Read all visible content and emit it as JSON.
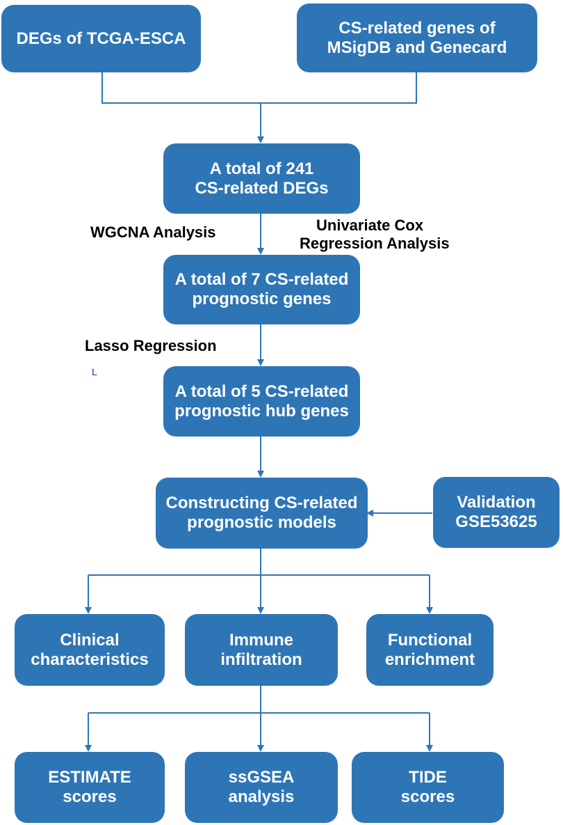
{
  "colors": {
    "box_fill": "#2e75b6",
    "box_text": "#ffffff",
    "connector": "#2e75b6",
    "label_text": "#000000"
  },
  "boxes": {
    "degs_tcga": [
      "DEGs of TCGA-ESCA"
    ],
    "cs_genes": [
      "CS-related genes of",
      "MSigDB and Genecard"
    ],
    "total_241": [
      "A total of 241",
      "CS-related DEGs"
    ],
    "total_7": [
      "A total of 7 CS-related",
      "prognostic genes"
    ],
    "total_5": [
      "A total of 5 CS-related",
      "prognostic hub genes"
    ],
    "models": [
      "Constructing CS-related",
      "prognostic models"
    ],
    "validation": [
      "Validation",
      "GSE53625"
    ],
    "clinical": [
      "Clinical",
      "characteristics"
    ],
    "immune": [
      "Immune",
      "infiltration"
    ],
    "functional": [
      "Functional",
      "enrichment"
    ],
    "estimate": [
      "ESTIMATE",
      "scores"
    ],
    "ssgsea": [
      "ssGSEA",
      "analysis"
    ],
    "tide": [
      "TIDE",
      "scores"
    ]
  },
  "labels": {
    "wgcna": "WGCNA Analysis",
    "univariate": [
      "Univariate Cox",
      "Regression Analysis"
    ],
    "lasso": "Lasso Regression",
    "stray_mark": "L"
  }
}
